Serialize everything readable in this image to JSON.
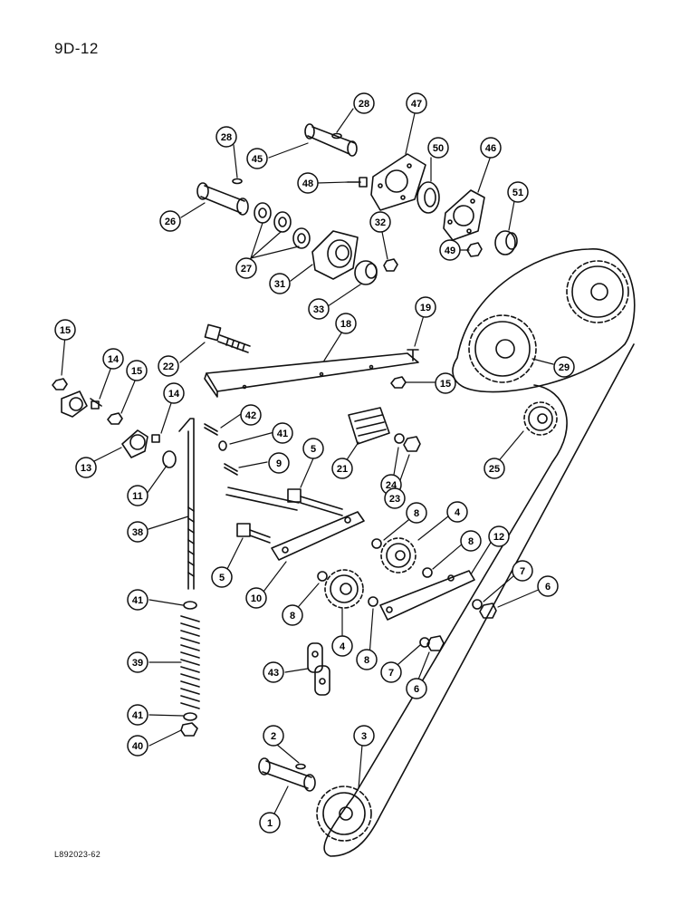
{
  "page_label": "9D-12",
  "figure_code": "L892023-62",
  "callouts": {
    "c28a": "28",
    "c47": "47",
    "c28b": "28",
    "c45": "45",
    "c50": "50",
    "c46": "46",
    "c48": "48",
    "c26": "26",
    "c32": "32",
    "c51": "51",
    "c49": "49",
    "c27": "27",
    "c31": "31",
    "c33": "33",
    "c19": "19",
    "c18": "18",
    "c15a": "15",
    "c22": "22",
    "c14a": "14",
    "c15b": "15",
    "c14b": "14",
    "c15c": "15",
    "c29": "29",
    "c42": "42",
    "c41a": "41",
    "c13": "13",
    "c9": "9",
    "c5a": "5",
    "c21": "21",
    "c24": "24",
    "c23": "23",
    "c25": "25",
    "c11": "11",
    "c38": "38",
    "c8a": "8",
    "c4a": "4",
    "c8b": "8",
    "c12": "12",
    "c5b": "5",
    "c10": "10",
    "c7a": "7",
    "c6a": "6",
    "c41b": "41",
    "c8c": "8",
    "c4b": "4",
    "c8d": "8",
    "c39": "39",
    "c7b": "7",
    "c6b": "6",
    "c43": "43",
    "c41c": "41",
    "c40": "40",
    "c2": "2",
    "c3": "3",
    "c1": "1"
  }
}
